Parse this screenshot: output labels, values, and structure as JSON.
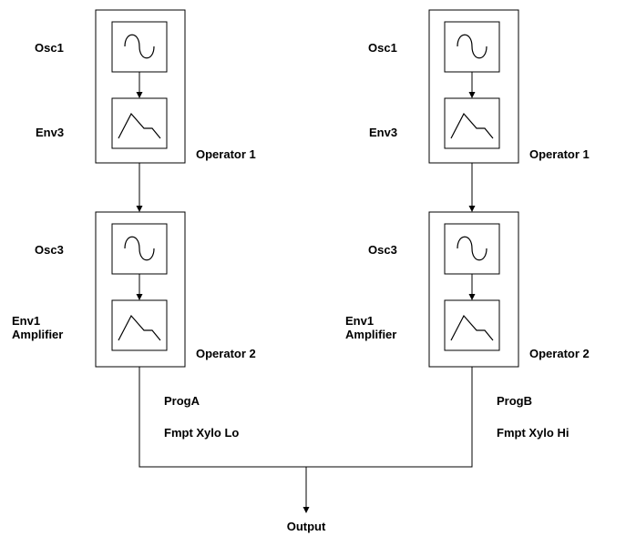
{
  "left_chain": {
    "operator1": {
      "osc_label": "Osc1",
      "env_label": "Env3",
      "name": "Operator 1"
    },
    "operator2": {
      "osc_label": "Osc3",
      "env_label_line1": "Env1",
      "env_label_line2": "Amplifier",
      "name": "Operator 2"
    },
    "program": "ProgA",
    "patch": "Fmpt Xylo Lo"
  },
  "right_chain": {
    "operator1": {
      "osc_label": "Osc1",
      "env_label": "Env3",
      "name": "Operator 1"
    },
    "operator2": {
      "osc_label": "Osc3",
      "env_label_line1": "Env1",
      "env_label_line2": "Amplifier",
      "name": "Operator 2"
    },
    "program": "ProgB",
    "patch": "Fmpt Xylo Hi"
  },
  "output_label": "Output",
  "icons": {
    "oscillator": "sine-wave-icon",
    "envelope": "envelope-shape-icon"
  },
  "colors": {
    "line": "#000000",
    "background": "#ffffff"
  }
}
